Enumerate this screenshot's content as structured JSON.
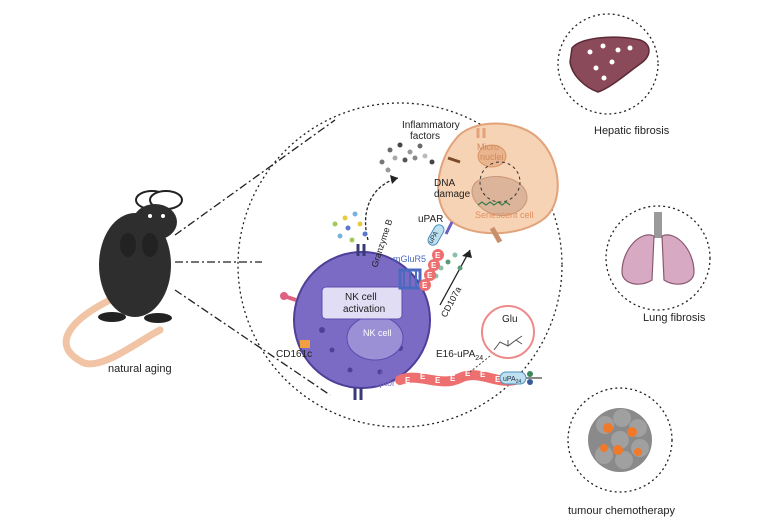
{
  "labels": {
    "natural_aging": "natural aging",
    "hepatic_fibrosis": "Hepatic fibrosis",
    "lung_fibrosis": "Lung fibrosis",
    "tumour_chemotherapy": "tumour chemotherapy",
    "inflammatory_factors": "Inflammatory factors",
    "micro_nuclei": "Micro nuclei",
    "dna_damage": "DNA damage",
    "senescent_cell": "Senescent cell",
    "upar": "uPAR",
    "upa": "uPA",
    "granzyme_b": "Granzyme B",
    "mglur5": "mGluR5",
    "cd107a": "CD107a",
    "nk_cell_activation": "NK cell activation",
    "nk_cell": "NK cell",
    "cd161c": "CD161c",
    "nk_cell_receptor": "NK cell receptor",
    "glu": "Glu",
    "e16_upa": "E16-uPA",
    "upa24": "uPA",
    "sub24": "24",
    "e_letter": "E"
  },
  "colors": {
    "nk_cell": "#7b6bc4",
    "nk_nucleus": "#9b8fd6",
    "senescent_cell": "#f7d3b5",
    "senescent_border": "#e2a27a",
    "peptide": "#ee6f6f",
    "tumour": "#8a8a8a",
    "tumour_spot": "#f07a2a",
    "liver": "#8b4a5a",
    "lung": "#d8a9c3"
  },
  "icons": [
    "mouse-icon",
    "liver-icon",
    "lung-icon",
    "tumour-icon"
  ]
}
